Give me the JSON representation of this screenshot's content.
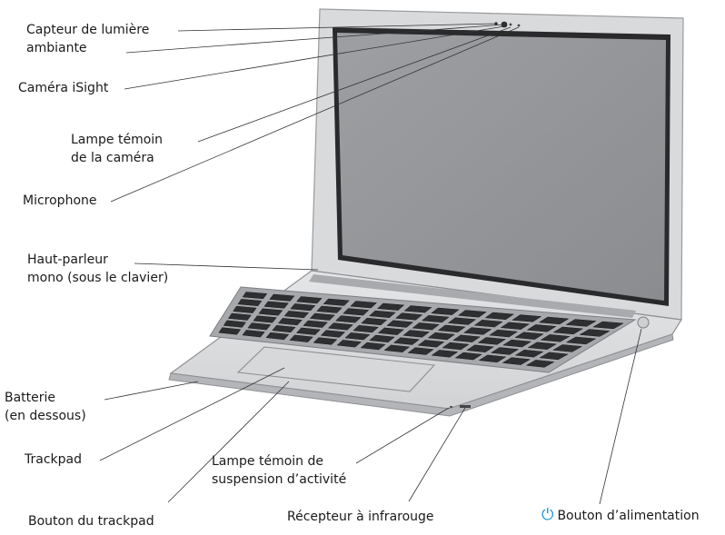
{
  "labels": {
    "ambient_light_sensor": [
      "Capteur de lumière",
      "ambiante"
    ],
    "isight_camera": "Caméra iSight",
    "camera_indicator_light": [
      "Lampe témoin",
      "de la caméra"
    ],
    "microphone": "Microphone",
    "mono_speaker": [
      "Haut-parleur",
      "mono (sous le clavier)"
    ],
    "battery": [
      "Batterie",
      "(en dessous)"
    ],
    "trackpad": "Trackpad",
    "sleep_indicator_light": [
      "Lampe témoin de",
      "suspension d’activité"
    ],
    "trackpad_button": "Bouton du trackpad",
    "infrared_receiver": "Récepteur à infrarouge",
    "power_button": "Bouton d’alimentation"
  },
  "icons": {
    "power_icon": "power-symbol",
    "power_icon_color": "#1d8fd6"
  }
}
